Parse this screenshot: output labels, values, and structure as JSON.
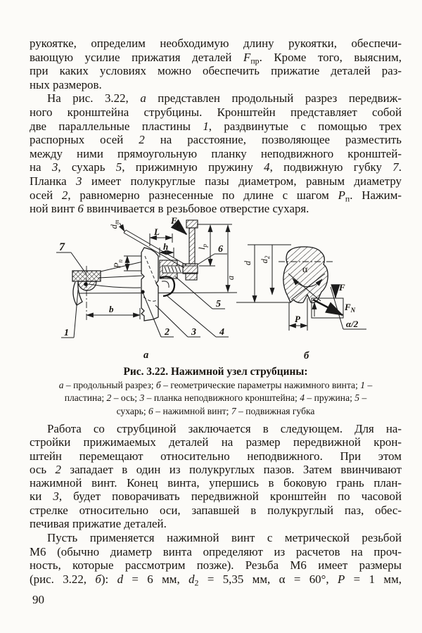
{
  "page": {
    "number": "90"
  },
  "para1": [
    "рукоятке, определим необходимую длину рукоятки, обеспечи-",
    "вающую усилие прижатия деталей *F*~пр~. Кроме того, выясним,",
    "при каких условиях можно обеспечить прижатие деталей раз-",
    "ных размеров."
  ],
  "para2": [
    "На рис. 3.22, *а* представлен продольный разрез передвиж-",
    "ного кронштейна струбцины. Кронштейн представляет собой",
    "две параллельные пластины *1*, раздвинутые с помощью трех",
    "распорных осей *2* на расстояние, позволяющее разместить",
    "между ними прямоугольную планку неподвижного кронштей-",
    "на *3*, сухарь *5*, прижимную пружину *4*, подвижную губку *7*.",
    "Планка *3* имеет полукруглые пазы диаметром, равным диаметру",
    "осей *2*, равномерно разнесенные по длине с шагом *Р*~п~. Нажим-",
    "ной винт *6* ввинчивается в резьбовое отверстие сухаря."
  ],
  "caption": {
    "title": "Рис. 3.22. Нажимной узел струбцины:",
    "lines": [
      "*а* – продольный разрез; *б* – геометрические параметры нажимного винта; *1* –",
      "пластина; *2* – ось; *3* – планка неподвижного кронштейна; *4* – пружина; *5* –",
      "сухарь; *6* – нажимной винт; *7* – подвижная губка"
    ]
  },
  "para3": [
    "Работа со струбциной заключается в следующем. Для на-",
    "стройки прижимаемых деталей на размер передвижной крон-",
    "штейн перемещают относительно неподвижного. При этом",
    "ось *2* западает в один из полукруглых пазов. Затем ввинчивают",
    "нажимной винт. Конец винта, упершись в боковую грань план-",
    "ки *3*, будет поворачивать передвижной кронштейн по часовой",
    "стрелке относительно оси, запавшей в полукруглый паз, обес-",
    "печивая прижатие деталей."
  ],
  "para4": [
    "Пусть применяется нажимной винт с метрической резьбой",
    "М6 (обычно диаметр винта определяют из расчетов на проч-",
    "ность, которые рассмотрим позже). Резьба М6 имеет размеры",
    "(рис. 3.22, *б*): *d* = 6 мм, *d*~2~ = 5,35 мм, α = 60°, *Р* = 1 мм,"
  ],
  "figure": {
    "panel_a": {
      "sublabel": "а",
      "parts": {
        "n1": "1",
        "n2": "2",
        "n3": "3",
        "n4": "4",
        "n5": "5",
        "n6": "6",
        "n7": "7"
      },
      "dims": {
        "L": "L",
        "h": "h",
        "a": "a",
        "b": "b",
        "dt": {
          "base": "d",
          "sub": "т"
        },
        "Pp": {
          "base": "Р",
          "sub": "п"
        },
        "lp": {
          "base": "l",
          "sub": "р"
        },
        "Fp": {
          "base": "F",
          "sub": "р"
        }
      }
    },
    "panel_b": {
      "sublabel": "б",
      "dims": {
        "d": "d",
        "alpha": "α",
        "P": "Р",
        "F": "F",
        "alpha_half": "α/2",
        "d2": {
          "base": "d",
          "sub": "2"
        },
        "FN": {
          "base": "F",
          "sub": "N"
        }
      }
    }
  }
}
